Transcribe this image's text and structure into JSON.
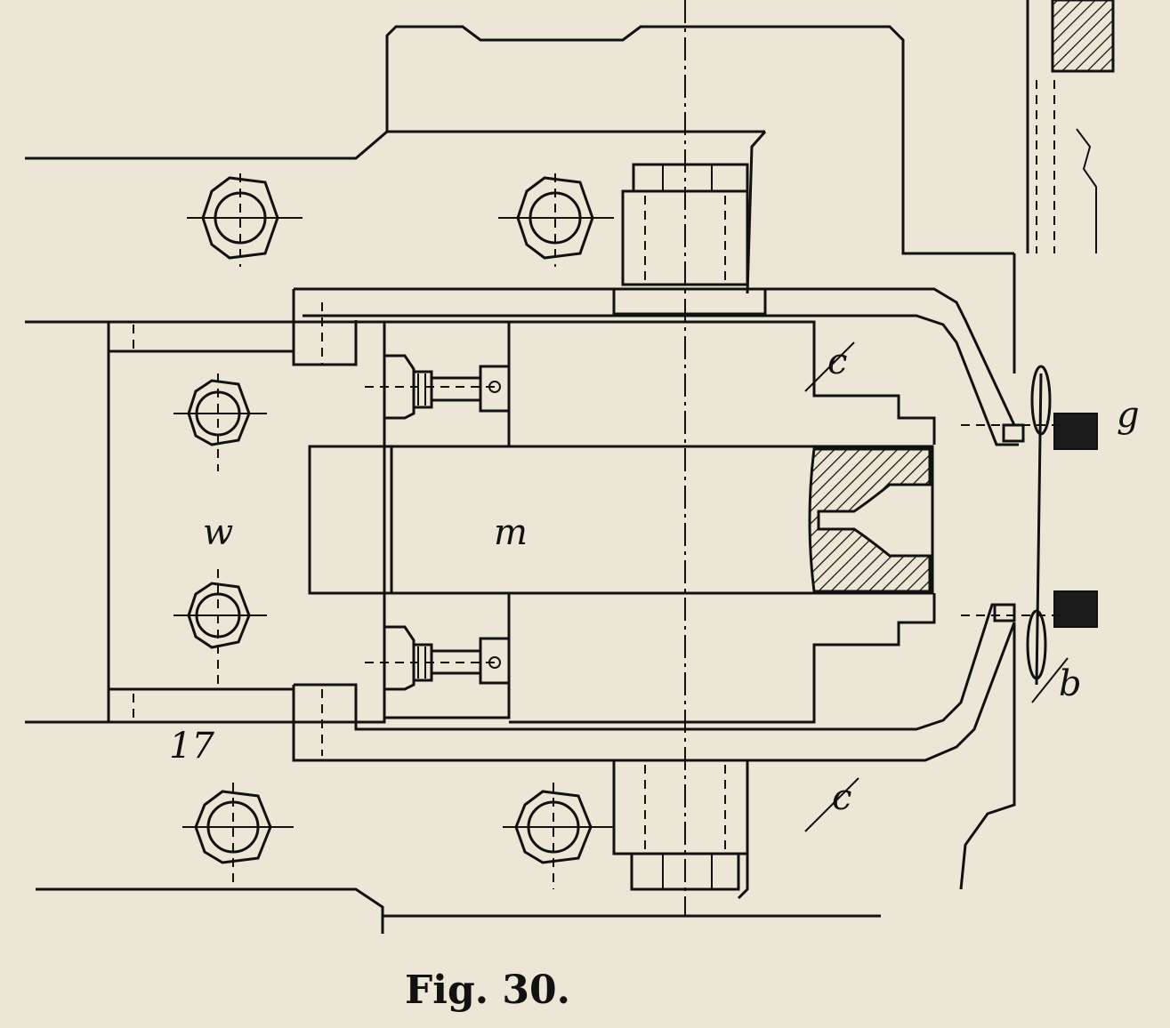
{
  "figure": {
    "caption": "Fig. 30."
  },
  "labels": {
    "w": "w",
    "m": "m",
    "c_upper": "c",
    "c_lower": "c",
    "g": "g",
    "b": "b",
    "ref_17": "17"
  }
}
